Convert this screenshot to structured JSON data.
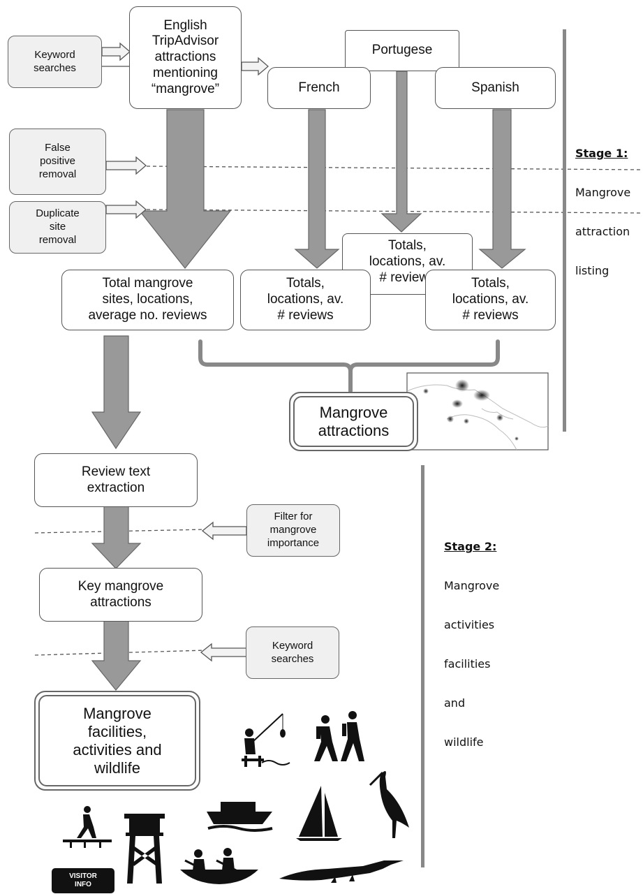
{
  "boxes": {
    "english": "English\nTripAdvisor\nattractions\nmentioning\n“mangrove”",
    "portugese": "Portugese",
    "french": "French",
    "spanish": "Spanish",
    "total_mangrove": "Total mangrove\nsites, locations,\naverage no. reviews",
    "totals_french": "Totals,\nlocations, av.\n# reviews",
    "totals_portugese": "Totals,\nlocations, av.\n# reviews",
    "totals_spanish": "Totals,\nlocations, av.\n# reviews",
    "mangrove_attractions": "Mangrove\nattractions",
    "review_text": "Review text\nextraction",
    "key_attractions": "Key mangrove\nattractions",
    "facilities": "Mangrove\nfacilities,\nactivities and\nwildlife"
  },
  "side_boxes": {
    "keyword_1": "Keyword\nsearches",
    "false_positive": "False\npositive\nremoval",
    "duplicate": "Duplicate\nsite\nremoval",
    "filter": "Filter for\nmangrove\nimportance",
    "keyword_2": "Keyword\nsearches"
  },
  "stage1": {
    "title": "Stage 1:",
    "lines": [
      "Mangrove",
      "attraction",
      "listing"
    ]
  },
  "stage2": {
    "title": "Stage 2:",
    "lines": [
      "Mangrove",
      "activities",
      "facilities",
      "and",
      "wildlife"
    ]
  },
  "visitor_info": [
    "VISITOR",
    "INFO"
  ],
  "icons": [
    "fishing-icon",
    "hikers-icon",
    "walkway-icon",
    "watchtower-icon",
    "boat-icon",
    "canoe-icon",
    "sailboat-icon",
    "stork-icon",
    "crocodile-icon",
    "visitor-info-icon",
    "map-thumbnail"
  ],
  "colors": {
    "arrow_fill": "#999999",
    "side_fill": "#f0f0f0",
    "border": "#555555",
    "stage_bar": "#888888"
  }
}
